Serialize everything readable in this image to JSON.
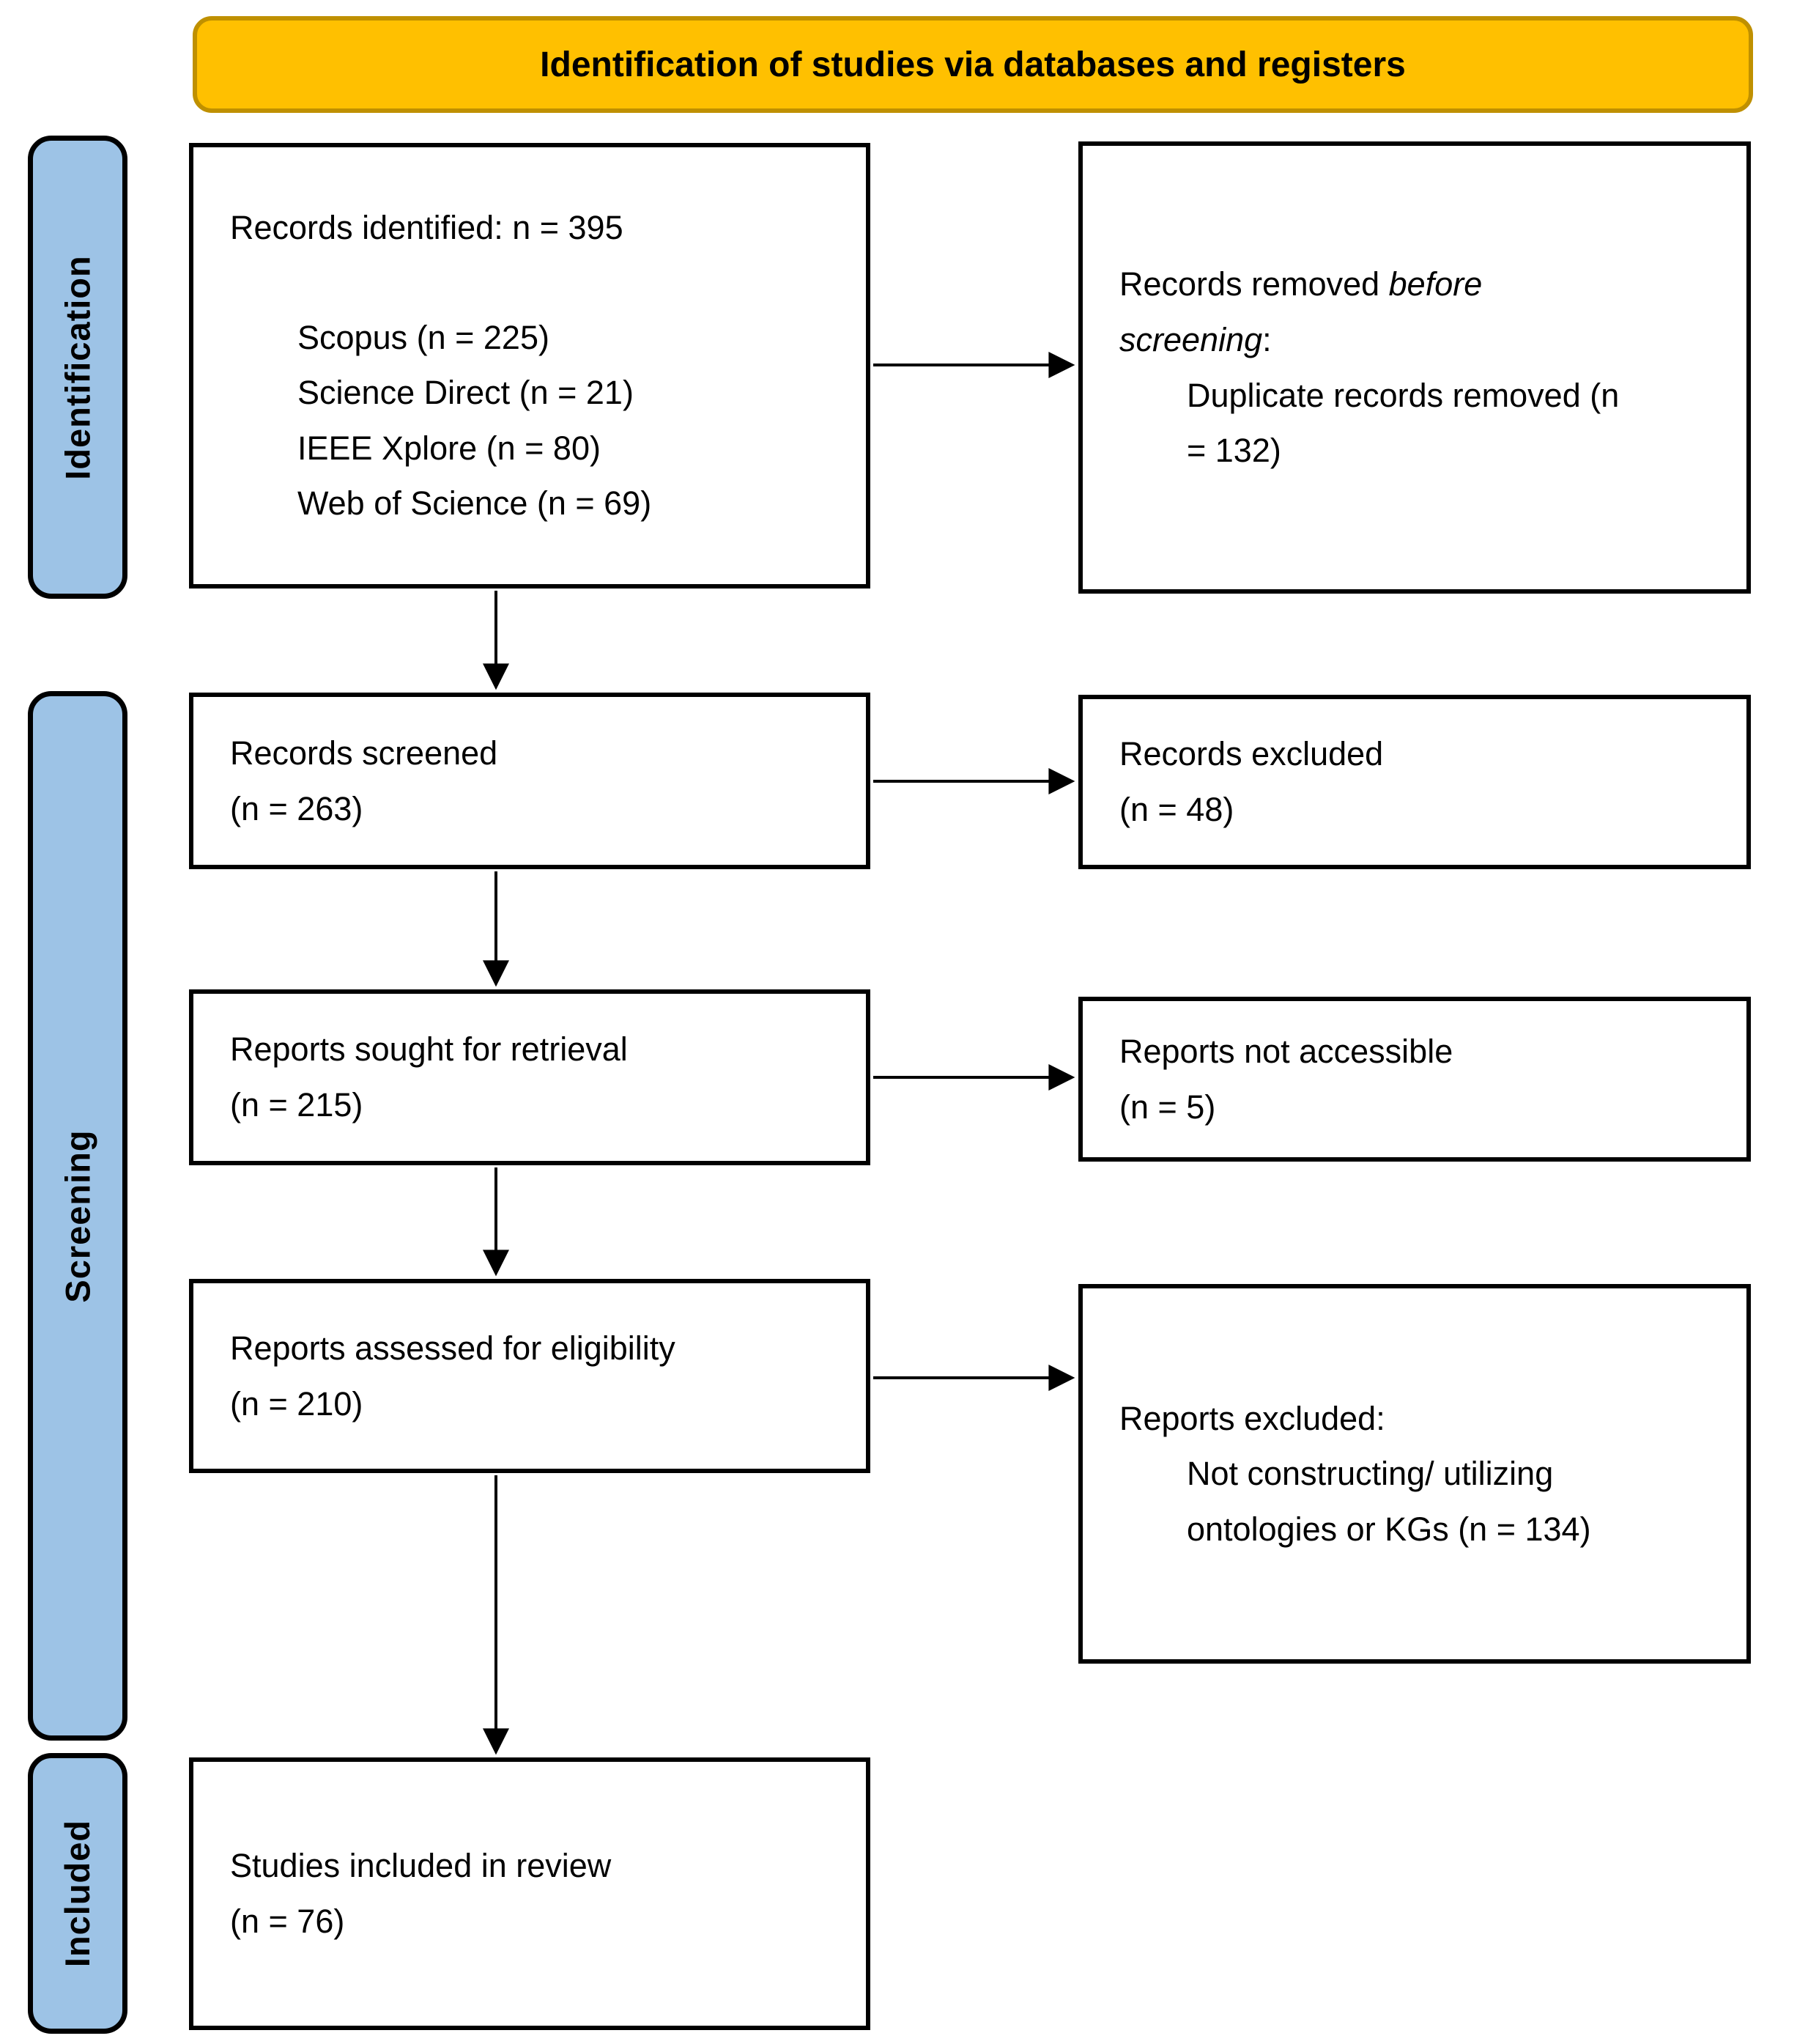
{
  "header": {
    "title": "Identification of studies via databases and registers"
  },
  "stages": [
    {
      "label": "Identification"
    },
    {
      "label": "Screening"
    },
    {
      "label": "Included"
    }
  ],
  "boxes": {
    "records_identified": {
      "title": "Records identified: n = 395",
      "items": [
        "Scopus (n = 225)",
        "Science Direct (n = 21)",
        "IEEE Xplore (n = 80)",
        "Web of Science (n = 69)"
      ]
    },
    "records_removed": {
      "prefix": "Records removed ",
      "emphasis": "before screening",
      "suffix": ":",
      "items": [
        "Duplicate records removed (n = 132)"
      ]
    },
    "records_screened": {
      "lines": [
        "Records screened",
        "(n = 263)"
      ]
    },
    "records_excluded": {
      "lines": [
        "Records excluded",
        "(n = 48)"
      ]
    },
    "reports_sought": {
      "lines": [
        "Reports sought for retrieval",
        "(n = 215)"
      ]
    },
    "reports_not_accessible": {
      "lines": [
        "Reports not accessible",
        "(n = 5)"
      ]
    },
    "reports_assessed": {
      "lines": [
        "Reports assessed for eligibility",
        "(n = 210)"
      ]
    },
    "reports_excluded": {
      "title": "Reports excluded:",
      "items": [
        "Not constructing/ utilizing ontologies or KGs (n = 134)"
      ]
    },
    "studies_included": {
      "lines": [
        "Studies included in review",
        "(n = 76)"
      ]
    }
  },
  "colors": {
    "banner_fill": "#FFC000",
    "banner_border": "#BF9000",
    "stage_fill": "#9DC3E6",
    "stage_border": "#000000",
    "box_border": "#000000",
    "text": "#000000"
  }
}
